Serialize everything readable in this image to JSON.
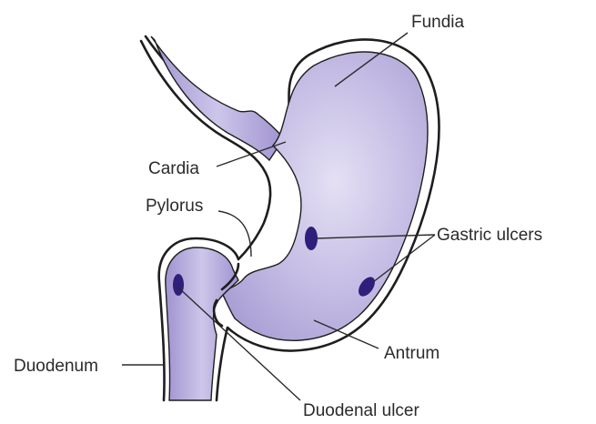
{
  "labels": {
    "fundia": "Fundia",
    "cardia": "Cardia",
    "pylorus": "Pylorus",
    "gastric_ulcers": "Gastric ulcers",
    "duodenum": "Duodenum",
    "antrum": "Antrum",
    "duodenal_ulcer": "Duodenal ulcer"
  },
  "colors": {
    "tissue": "#b9b0dc",
    "tissue_dark": "#9f93cf",
    "ulcer": "#2f1f7a",
    "outline": "#1e1e1e"
  }
}
